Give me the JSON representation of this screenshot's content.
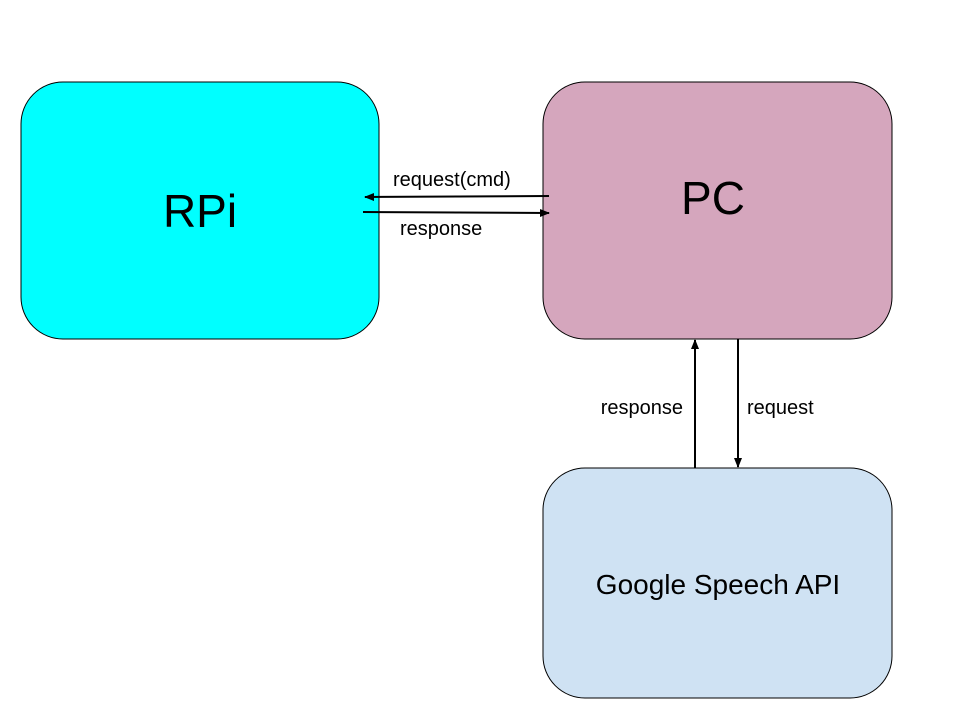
{
  "nodes": {
    "rpi": {
      "label": "RPi",
      "fill": "#00ffff"
    },
    "pc": {
      "label": "PC",
      "fill": "#d5a6bd"
    },
    "speech_api": {
      "label": "Google Speech API",
      "fill": "#cfe2f3"
    }
  },
  "edges": {
    "pc_to_rpi": {
      "label": "request(cmd)",
      "from": "PC",
      "to": "RPi"
    },
    "rpi_to_pc": {
      "label": "response",
      "from": "RPi",
      "to": "PC"
    },
    "api_to_pc": {
      "label": "response",
      "from": "Google Speech API",
      "to": "PC"
    },
    "pc_to_api": {
      "label": "request",
      "from": "PC",
      "to": "Google Speech API"
    }
  },
  "colors": {
    "stroke": "#000000",
    "background": "#ffffff"
  }
}
